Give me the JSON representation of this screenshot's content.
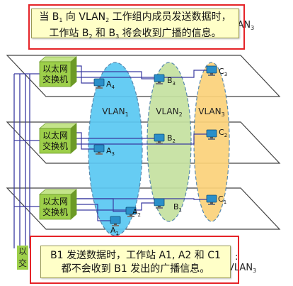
{
  "switch_label": [
    "以太网",
    "交换机"
  ],
  "vlans": [
    {
      "name": "VLAN",
      "sub": "1",
      "color": "#5ac8f2"
    },
    {
      "name": "VLAN",
      "sub": "2",
      "color": "#c5e1a0"
    },
    {
      "name": "VLAN",
      "sub": "3",
      "color": "#fbd27a"
    }
  ],
  "stations": [
    {
      "id": "A",
      "sub": "4",
      "floor": 0,
      "vlan": 1
    },
    {
      "id": "B",
      "sub": "3",
      "floor": 0,
      "vlan": 2
    },
    {
      "id": "C",
      "sub": "3",
      "floor": 0,
      "vlan": 3
    },
    {
      "id": "A",
      "sub": "3",
      "floor": 1,
      "vlan": 1
    },
    {
      "id": "B",
      "sub": "2",
      "floor": 1,
      "vlan": 2
    },
    {
      "id": "C",
      "sub": "2",
      "floor": 1,
      "vlan": 3
    },
    {
      "id": "A",
      "sub": "2",
      "floor": 2,
      "vlan": 1
    },
    {
      "id": "A",
      "sub": "1",
      "floor": 2,
      "vlan": 1
    },
    {
      "id": "B",
      "sub": "1",
      "floor": 2,
      "vlan": 2
    },
    {
      "id": "C",
      "sub": "1",
      "floor": 2,
      "vlan": 3
    }
  ],
  "top_callout": {
    "line1": [
      "当 B",
      "1",
      " 向 VLAN",
      "2",
      " 工作组内成员发送数据时，"
    ],
    "line2": [
      "工作站 B",
      "2",
      " 和 B",
      "3",
      " 将会收到广播的信息。"
    ]
  },
  "top_peek": [
    "LAN",
    "3"
  ],
  "bottom_callout": {
    "line1": "B1 发送数据时，工作站 A1, A2 和 C1",
    "line2": "都不会收到 B1 发出的广播信息。"
  },
  "bottom_peek_right": [
    "VLAN",
    "3"
  ],
  "bottom_peek_colon": ":",
  "bottom_peek_left": [
    "以",
    "交"
  ],
  "colors": {
    "switch_face": "#9dcf4a",
    "switch_dark": "#6c9a26",
    "cable": "#3a3aa0",
    "callout_bg": "#ffffc8",
    "highlight": "#e52328",
    "monitor": "#2a8fc9"
  }
}
